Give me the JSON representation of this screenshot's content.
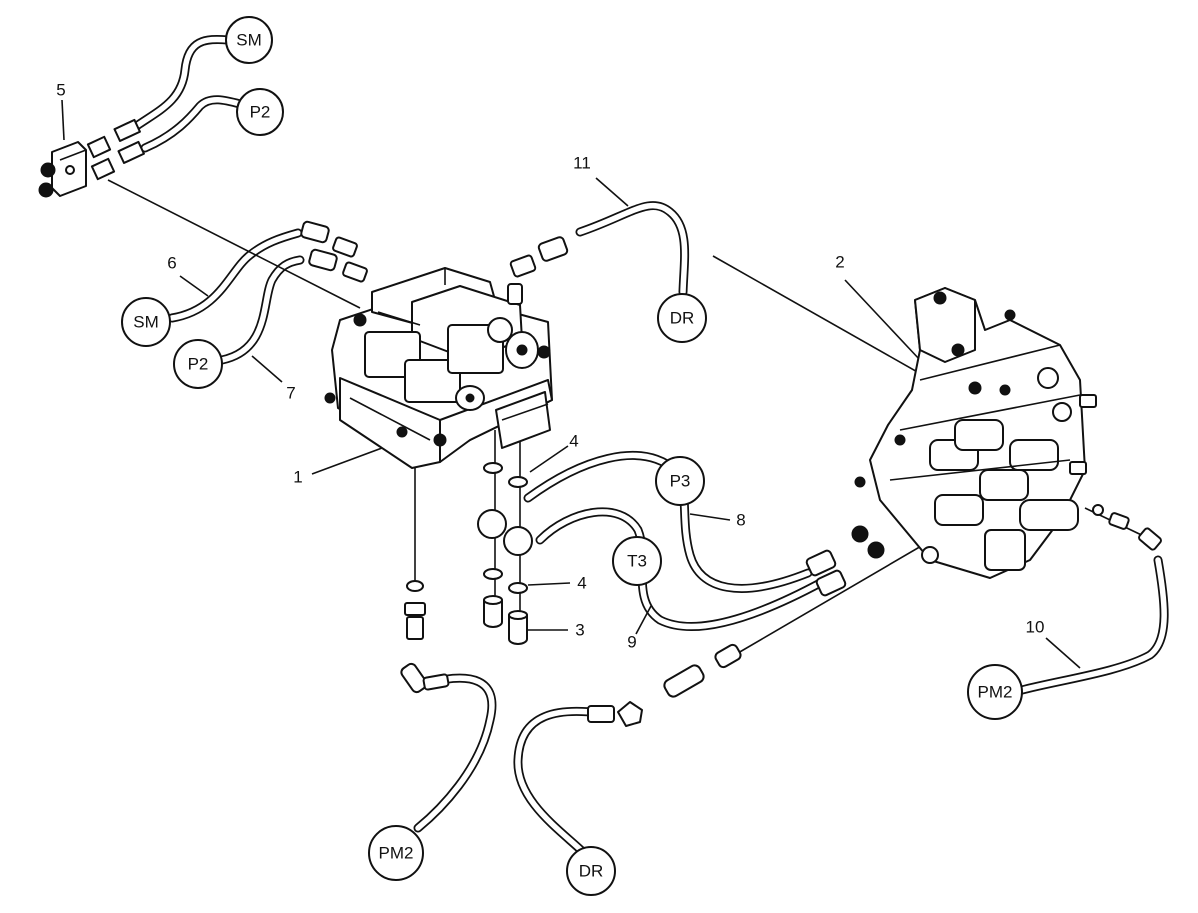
{
  "callouts": [
    {
      "id": "c1",
      "label": "1"
    },
    {
      "id": "c2",
      "label": "2"
    },
    {
      "id": "c3",
      "label": "3"
    },
    {
      "id": "c4a",
      "label": "4"
    },
    {
      "id": "c4b",
      "label": "4"
    },
    {
      "id": "c5",
      "label": "5"
    },
    {
      "id": "c6",
      "label": "6"
    },
    {
      "id": "c7",
      "label": "7"
    },
    {
      "id": "c8",
      "label": "8"
    },
    {
      "id": "c9",
      "label": "9"
    },
    {
      "id": "c10",
      "label": "10"
    },
    {
      "id": "c11",
      "label": "11"
    }
  ],
  "ports": [
    {
      "id": "p_sm_top",
      "label": "SM"
    },
    {
      "id": "p_p2_top",
      "label": "P2"
    },
    {
      "id": "p_sm_left",
      "label": "SM"
    },
    {
      "id": "p_p2_left",
      "label": "P2"
    },
    {
      "id": "p_dr_top",
      "label": "DR"
    },
    {
      "id": "p_p3",
      "label": "P3"
    },
    {
      "id": "p_t3",
      "label": "T3"
    },
    {
      "id": "p_pm2_right",
      "label": "PM2"
    },
    {
      "id": "p_pm2_bottom",
      "label": "PM2"
    },
    {
      "id": "p_dr_bottom",
      "label": "DR"
    }
  ]
}
